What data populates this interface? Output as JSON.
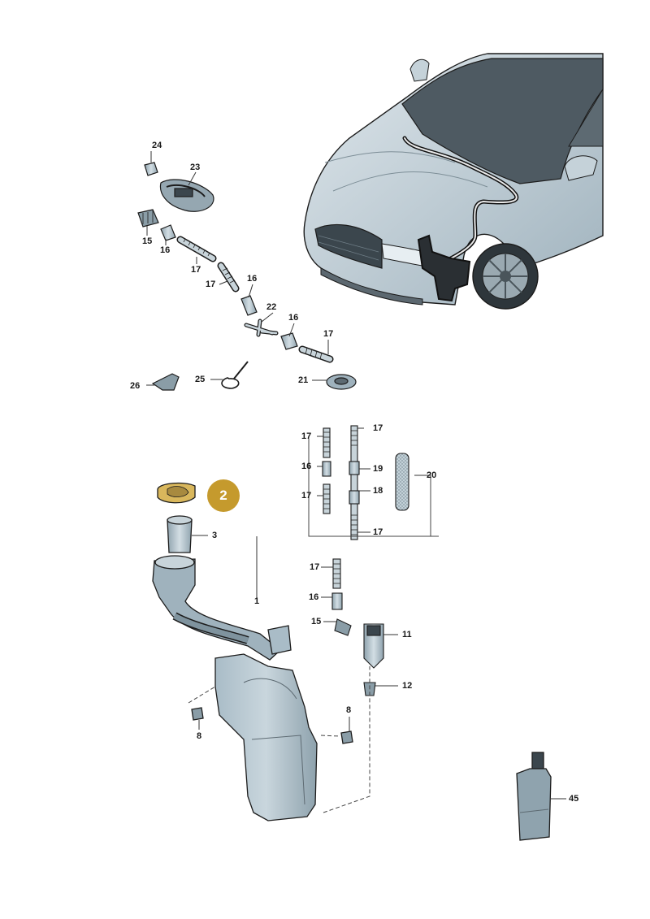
{
  "colors": {
    "part_fill": "#b9c9d2",
    "part_fill_dark": "#8fa3ae",
    "part_stroke": "#1c1c1c",
    "leader": "#444444",
    "highlight_badge": "#c59a2d",
    "highlight_part": "#d9b75c"
  },
  "callouts": {
    "p1": "1",
    "p2": "2",
    "p3": "3",
    "p8a": "8",
    "p8b": "8",
    "p11": "11",
    "p12": "12",
    "p15a": "15",
    "p15b": "15",
    "p16a": "16",
    "p16b": "16",
    "p16c": "16",
    "p16d": "16",
    "p16e": "16",
    "p17a": "17",
    "p17b": "17",
    "p17c": "17",
    "p17d": "17",
    "p17e": "17",
    "p17f": "17",
    "p17g": "17",
    "p17h": "17",
    "p18": "18",
    "p19": "19",
    "p20": "20",
    "p21": "21",
    "p22": "22",
    "p23": "23",
    "p24": "24",
    "p25": "25",
    "p26": "26",
    "p45": "45"
  },
  "highlighted_part": "2",
  "icons": {
    "car": "car-front-icon",
    "bottle": "fluid-bottle-icon"
  }
}
